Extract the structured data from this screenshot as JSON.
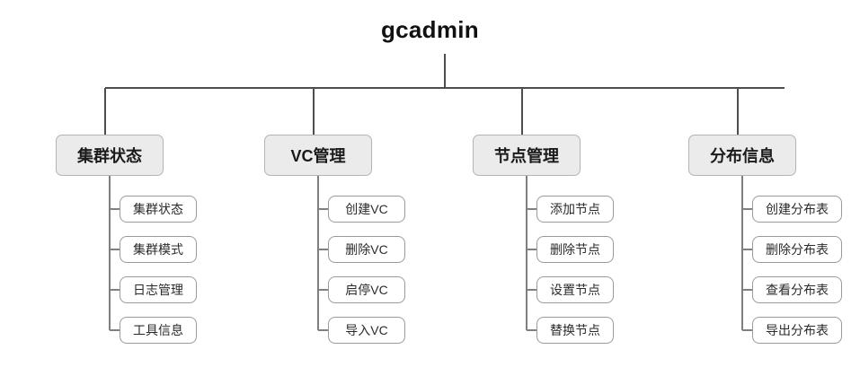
{
  "diagram": {
    "type": "tree",
    "root": {
      "label": "gcadmin"
    },
    "branches": [
      {
        "label": "集群状态",
        "children": [
          {
            "label": "集群状态"
          },
          {
            "label": "集群模式"
          },
          {
            "label": "日志管理"
          },
          {
            "label": "工具信息"
          }
        ]
      },
      {
        "label": "VC管理",
        "children": [
          {
            "label": "创建VC"
          },
          {
            "label": "删除VC"
          },
          {
            "label": "启停VC"
          },
          {
            "label": "导入VC"
          }
        ]
      },
      {
        "label": "节点管理",
        "children": [
          {
            "label": "添加节点"
          },
          {
            "label": "删除节点"
          },
          {
            "label": "设置节点"
          },
          {
            "label": "替换节点"
          }
        ]
      },
      {
        "label": "分布信息",
        "children": [
          {
            "label": "创建分布表"
          },
          {
            "label": "删除分布表"
          },
          {
            "label": "查看分布表"
          },
          {
            "label": "导出分布表"
          }
        ]
      }
    ],
    "colors": {
      "background": "#ffffff",
      "connector": "#4d4d4d",
      "branch_fill": "#ebebeb",
      "branch_border": "#b4b4b4",
      "leaf_fill": "#ffffff",
      "leaf_border": "#9a9a9a",
      "text": "#1a1a1a"
    }
  }
}
